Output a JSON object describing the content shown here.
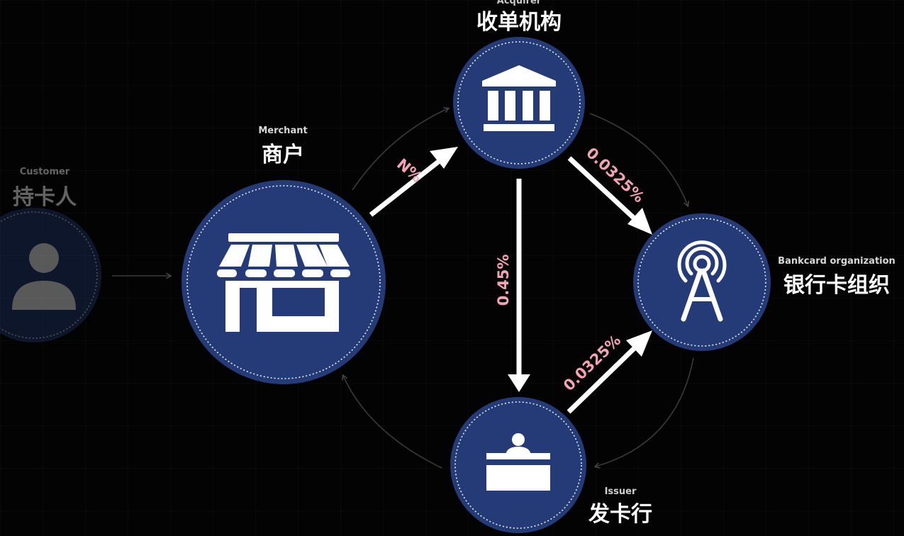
{
  "nodes": {
    "customer": {
      "en": "Customer",
      "zh": "持卡人"
    },
    "merchant": {
      "en": "Merchant",
      "zh": "商户"
    },
    "acquirer": {
      "en": "Acquirer",
      "zh": "收单机构"
    },
    "bankcard": {
      "en": "Bankcard organization",
      "zh": "银行卡组织"
    },
    "issuer": {
      "en": "Issuer",
      "zh": "发卡行"
    }
  },
  "flows": {
    "merchant_to_acquirer": "N%",
    "acquirer_to_issuer": "0.45%",
    "acquirer_to_bankcard": "0.0325%",
    "issuer_to_bankcard": "0.0325%"
  },
  "colors": {
    "node_fill": "#243b78",
    "rate_label": "#f2a3b5",
    "arrow": "#ffffff",
    "background": "#030303"
  },
  "icons": {
    "customer": "person-icon",
    "merchant": "storefront-icon",
    "acquirer": "bank-icon",
    "bankcard": "antenna-tower-icon",
    "issuer": "teller-counter-icon"
  }
}
